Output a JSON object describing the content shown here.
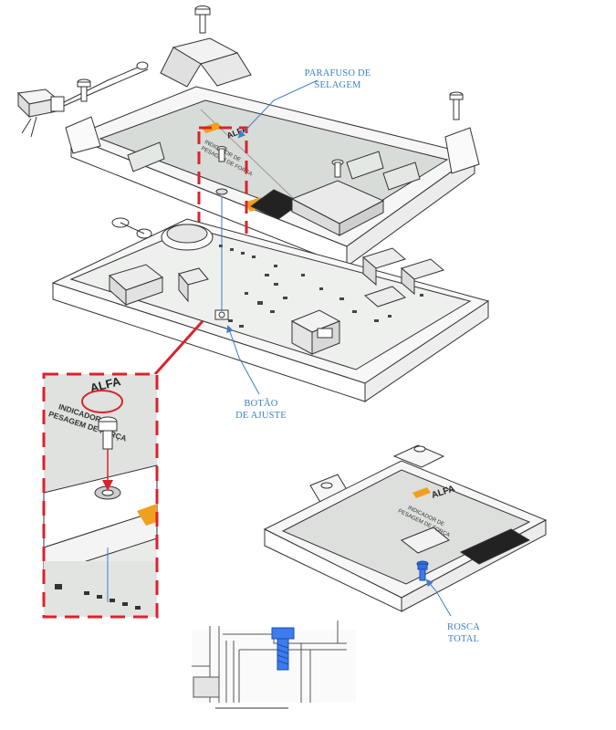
{
  "callouts": {
    "sealing_screw": [
      "PARAFUSO DE",
      "SELAGEM"
    ],
    "adjust_button": [
      "BOTÃO",
      "DE AJUSTE"
    ],
    "full_thread": [
      "ROSCA",
      "TOTAL"
    ]
  },
  "brand": "ALFA",
  "product_label": [
    "INDICADOR DE",
    "PESAGEM DE FORÇA"
  ],
  "colors": {
    "callout_text": "#3d7fc4",
    "detail_frame": "#d9232d",
    "screw_highlight": "#2f6fe0",
    "brand_orange": "#f0a020",
    "line": "#333333"
  },
  "icons": [
    "sealing-screw-icon",
    "cable-connector-icon",
    "mounting-bracket-icon",
    "rj45-jack-icon",
    "terminal-block-icon"
  ]
}
